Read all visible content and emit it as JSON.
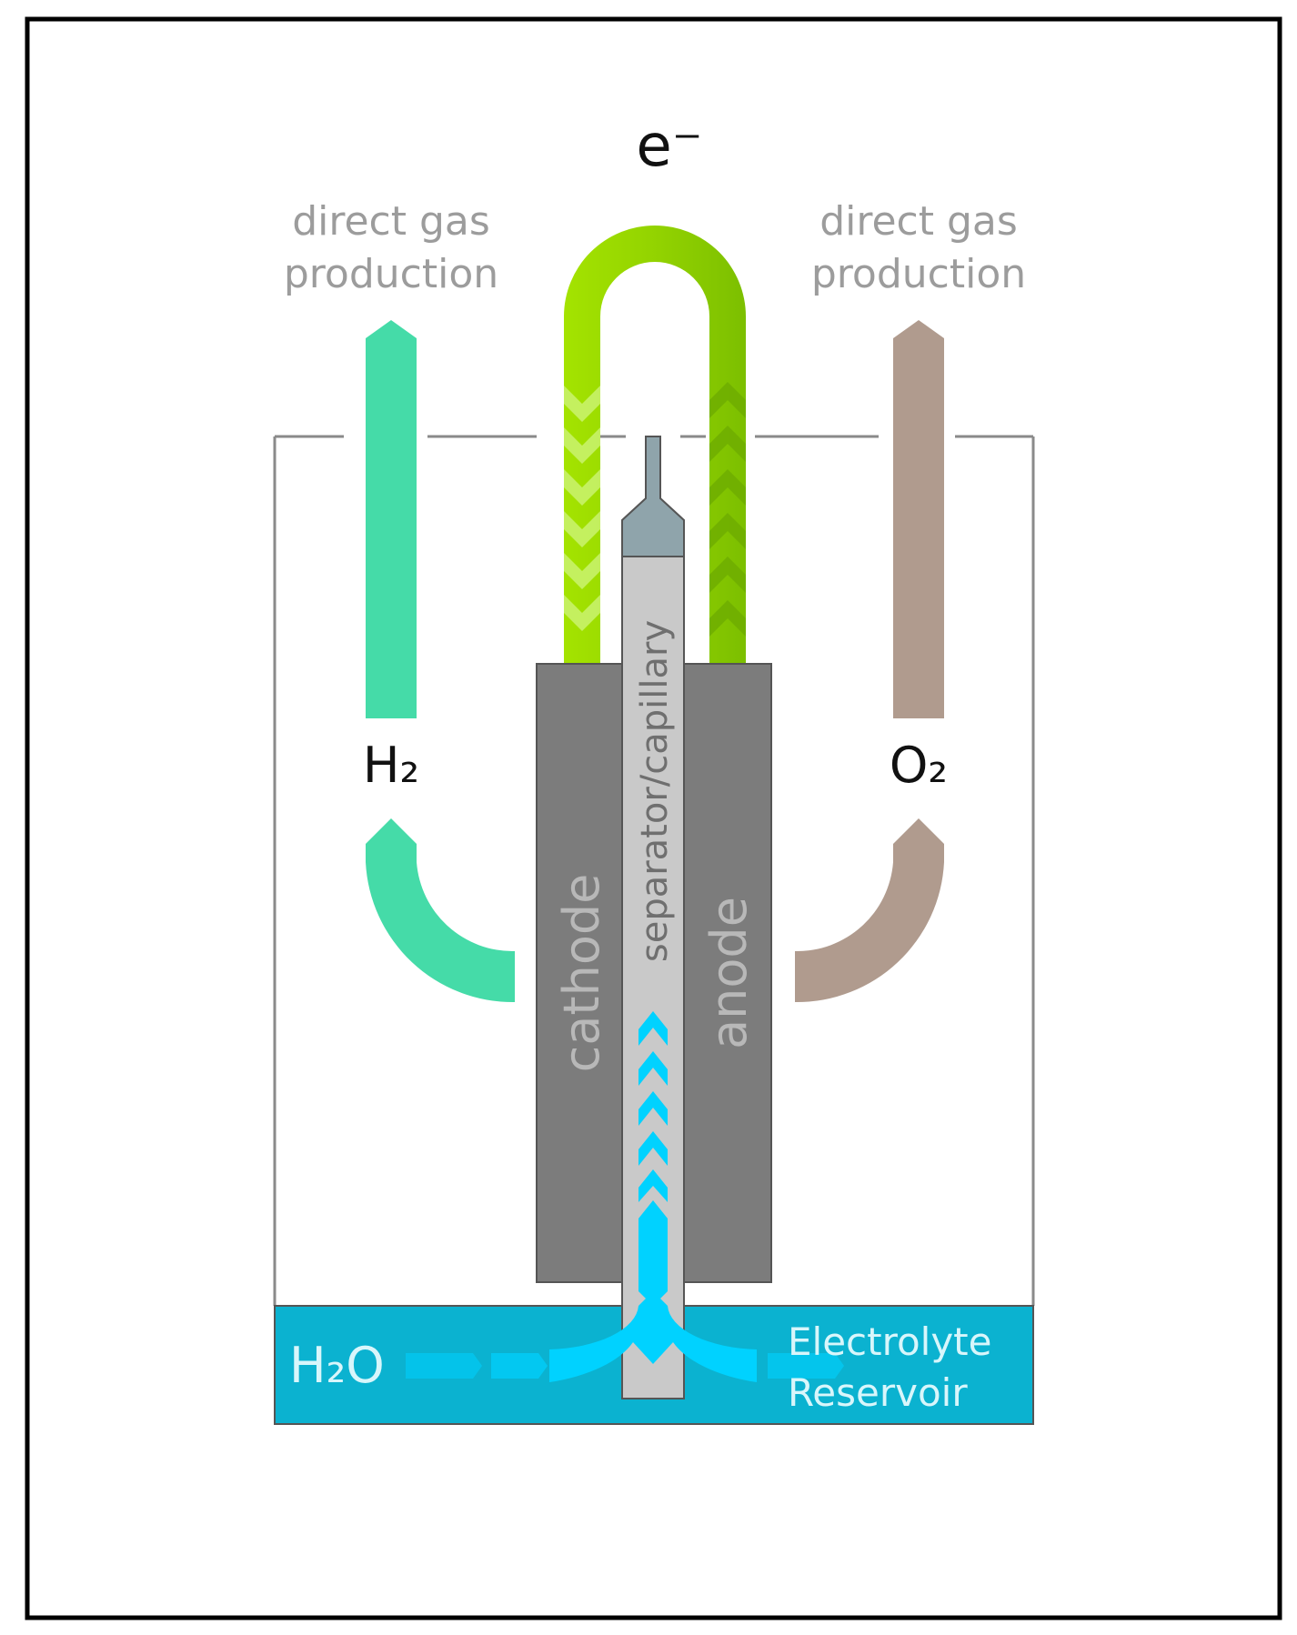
{
  "labels": {
    "electron": "e⁻",
    "left_production_line1": "direct gas",
    "left_production_line2": "production",
    "right_production_line1": "direct gas",
    "right_production_line2": "production",
    "hydrogen": "H₂",
    "oxygen": "O₂",
    "cathode": "cathode",
    "anode": "anode",
    "separator": "separator/capillary",
    "water": "H₂O",
    "reservoir_line1": "Electrolyte",
    "reservoir_line2": "Reservoir"
  },
  "colors": {
    "hydrogen_arrow": "#45dba8",
    "oxygen_arrow": "#b09b8e",
    "electron_loop": "#95d400",
    "electrode": "#7c7c7c",
    "separator": "#c9c9c9",
    "separator_cap": "#8fa4ab",
    "reservoir": "#0bb2d0",
    "electrolyte_flow": "#00d2ff"
  }
}
